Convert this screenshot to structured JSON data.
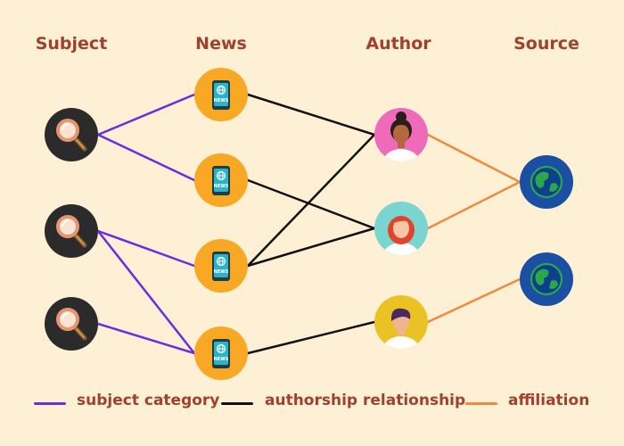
{
  "colors": {
    "background": "#fdf0d5",
    "heading": "#a0412d",
    "subject_line": "#6a2ee0",
    "authorship_line": "#111111",
    "affiliation_line": "#f08a3c",
    "subject_node": "#2b2b2b",
    "news_node": "#f9a825",
    "source_node": "#1a4fa3",
    "author_pink": "#f06aba",
    "author_teal": "#7ad4d0",
    "author_yellow": "#eac223"
  },
  "columns": {
    "subject": "Subject",
    "news": "News",
    "author": "Author",
    "source": "Source"
  },
  "nodes": {
    "subjects": [
      {
        "id": "s1",
        "icon": "magnifier-icon"
      },
      {
        "id": "s2",
        "icon": "magnifier-icon"
      },
      {
        "id": "s3",
        "icon": "magnifier-icon"
      }
    ],
    "news": [
      {
        "id": "n1",
        "icon": "news-phone-icon",
        "label": "NEWS"
      },
      {
        "id": "n2",
        "icon": "news-phone-icon",
        "label": "NEWS"
      },
      {
        "id": "n3",
        "icon": "news-phone-icon",
        "label": "NEWS"
      },
      {
        "id": "n4",
        "icon": "news-phone-icon",
        "label": "NEWS"
      }
    ],
    "authors": [
      {
        "id": "a1",
        "icon": "woman-bun-avatar-icon"
      },
      {
        "id": "a2",
        "icon": "woman-redhair-avatar-icon"
      },
      {
        "id": "a3",
        "icon": "person-purplehair-avatar-icon"
      }
    ],
    "sources": [
      {
        "id": "src1",
        "icon": "globe-icon"
      },
      {
        "id": "src2",
        "icon": "globe-icon"
      }
    ]
  },
  "edges": {
    "subject_category": [
      [
        "s1",
        "n1"
      ],
      [
        "s1",
        "n2"
      ],
      [
        "s2",
        "n3"
      ],
      [
        "s2",
        "n4"
      ],
      [
        "s3",
        "n4"
      ]
    ],
    "authorship": [
      [
        "n1",
        "a1"
      ],
      [
        "n2",
        "a2"
      ],
      [
        "n3",
        "a1"
      ],
      [
        "n3",
        "a2"
      ],
      [
        "n4",
        "a3"
      ]
    ],
    "affiliation": [
      [
        "a1",
        "src1"
      ],
      [
        "a2",
        "src1"
      ],
      [
        "a3",
        "src2"
      ]
    ]
  },
  "legend": [
    {
      "key": "subject_line",
      "label": "subject category"
    },
    {
      "key": "authorship_line",
      "label": "authorship relationship"
    },
    {
      "key": "affiliation_line",
      "label": "affiliation"
    }
  ]
}
